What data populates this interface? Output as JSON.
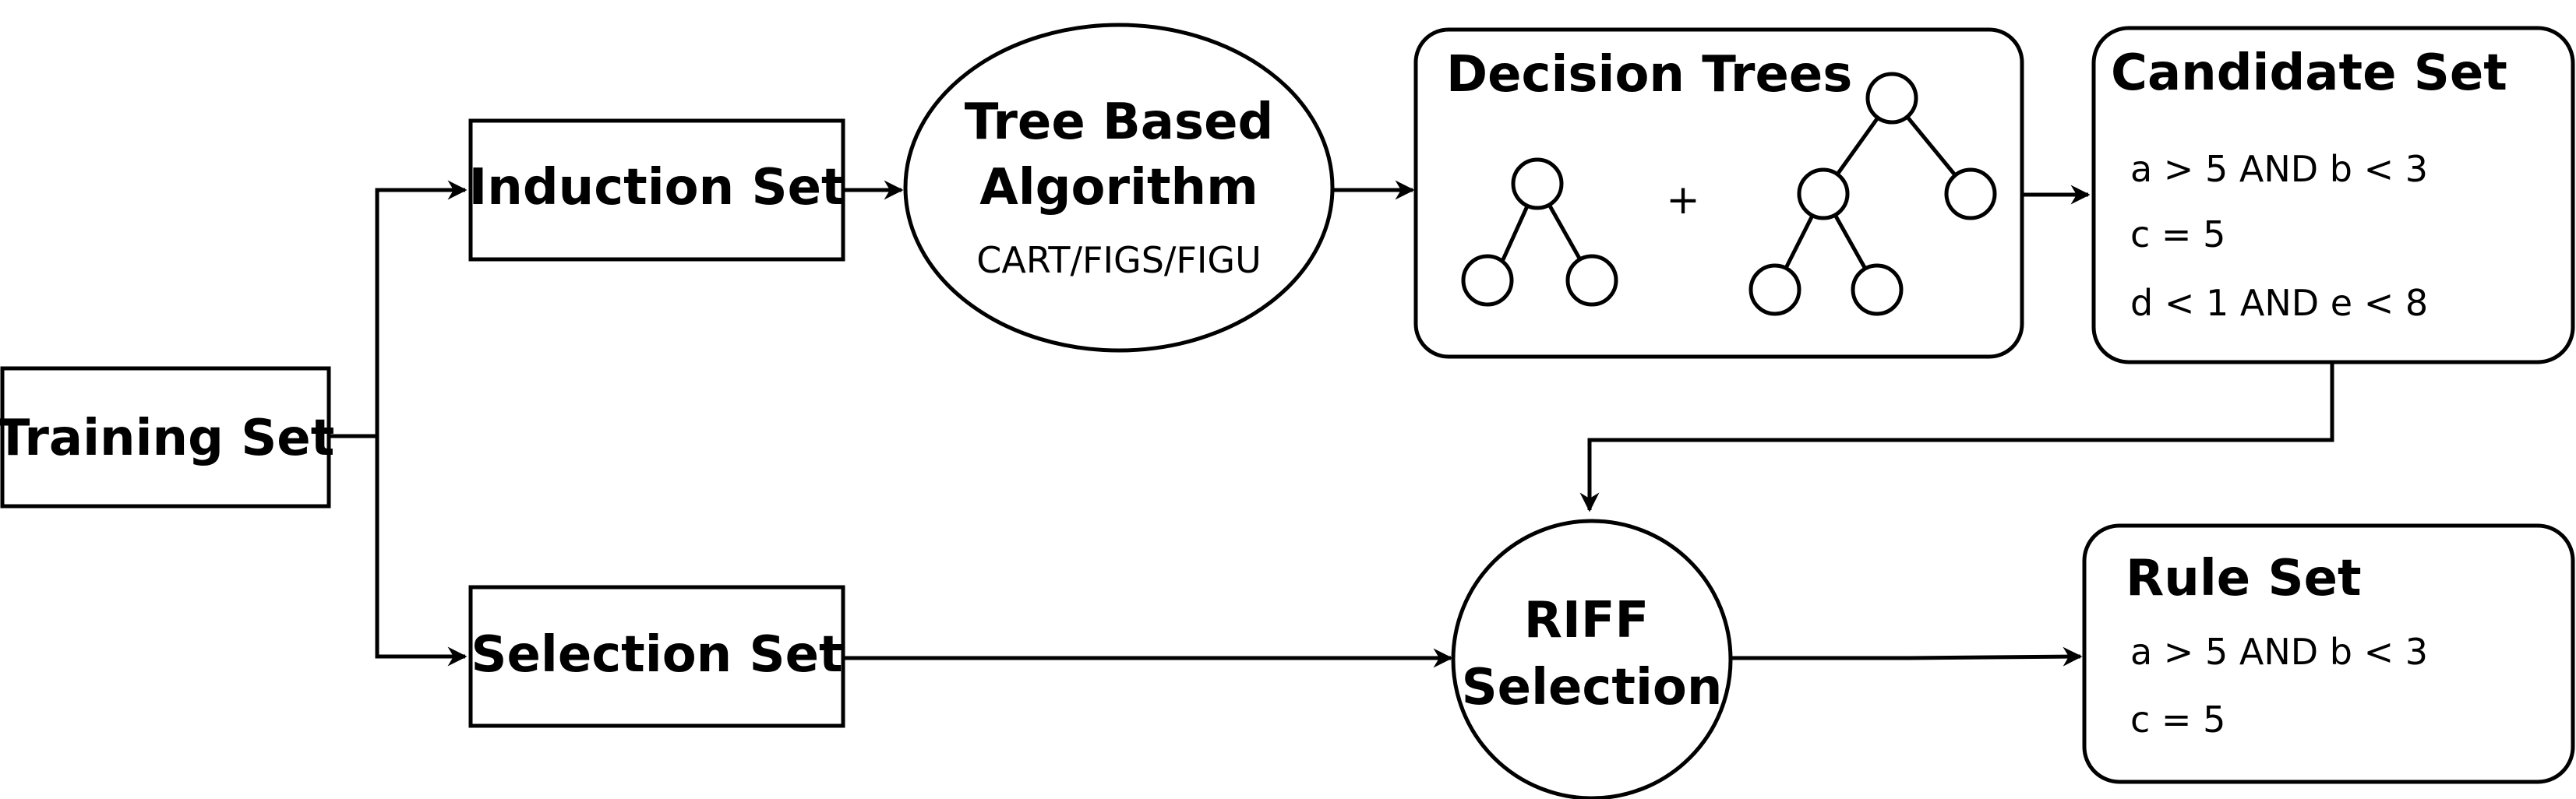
{
  "training_set": {
    "label": "Training Set"
  },
  "induction_set": {
    "label": "Induction Set"
  },
  "selection_set": {
    "label": "Selection Set"
  },
  "algorithm": {
    "title_line1": "Tree Based",
    "title_line2": "Algorithm",
    "subtitle": "CART/FIGS/FIGU"
  },
  "decision_trees": {
    "title": "Decision Trees",
    "plus": "+"
  },
  "candidate_set": {
    "title": "Candidate Set",
    "rules": [
      "a > 5 AND b < 3",
      "c = 5",
      "d < 1 AND e < 8"
    ]
  },
  "riff": {
    "line1": "RIFF",
    "line2": "Selection"
  },
  "rule_set": {
    "title": "Rule Set",
    "rules": [
      "a > 5 AND b < 3",
      "c = 5"
    ]
  }
}
